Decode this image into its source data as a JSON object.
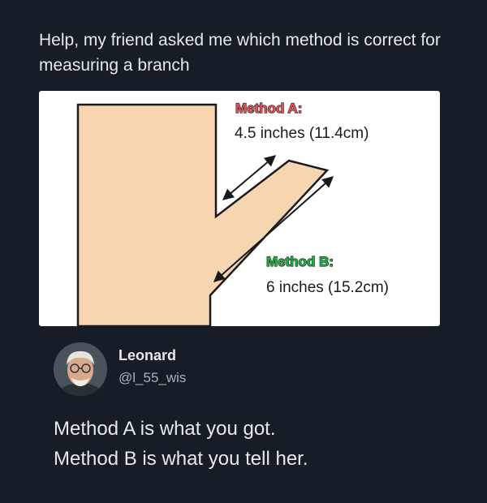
{
  "post": {
    "text": "Help, my friend asked me which method is correct for measuring a branch"
  },
  "image": {
    "method_a": {
      "title": "Method A:",
      "measure": "4.5 inches (11.4cm)",
      "color": "#e8505a"
    },
    "method_b": {
      "title": "Method B:",
      "measure": "6 inches (15.2cm)",
      "color": "#1fb240"
    },
    "trunk_color": "#f6d5b0"
  },
  "reply": {
    "user_name": "Leonard",
    "user_handle": "@l_55_wis",
    "lines": [
      "Method A is what you got.",
      "Method B is what you tell her."
    ]
  }
}
